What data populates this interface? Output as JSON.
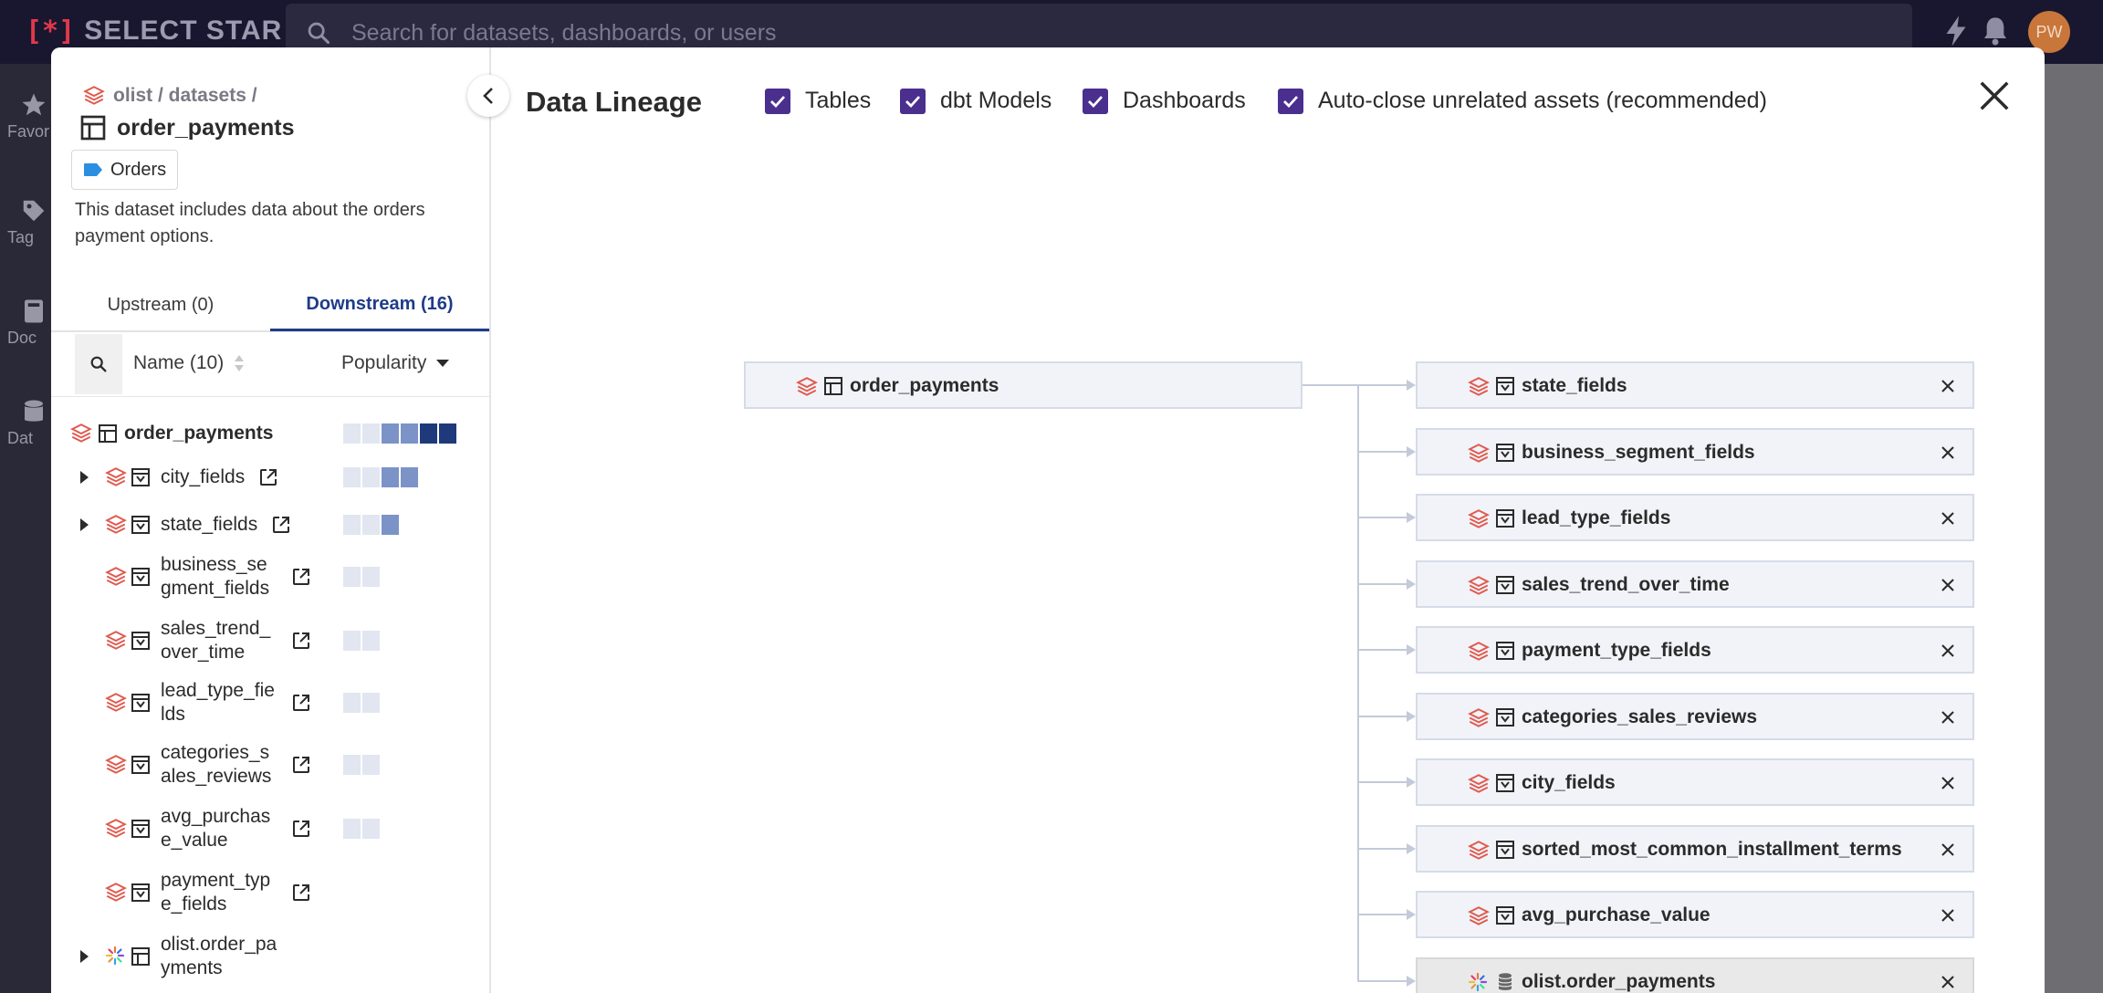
{
  "app": {
    "logo_mark": "[*]",
    "logo_text": "SELECT STAR",
    "search_placeholder": "Search for datasets, dashboards, or users",
    "avatar_initials": "PW",
    "nav": [
      "Favor",
      "Tag",
      "Doc",
      "Dat"
    ]
  },
  "sidepanel": {
    "breadcrumb": "olist / datasets /",
    "title": "order_payments",
    "tag": "Orders",
    "description": "This dataset includes data about the orders payment options.",
    "tabs": [
      {
        "label": "Upstream (0)",
        "active": false
      },
      {
        "label": "Downstream (16)",
        "active": true
      }
    ],
    "header": {
      "name": "Name (10)",
      "popularity": "Popularity"
    },
    "rows": [
      {
        "label": "order_payments",
        "bold": true,
        "caret": false,
        "external": false,
        "kind": "table",
        "popularity": 6
      },
      {
        "label": "city_fields",
        "bold": false,
        "caret": true,
        "external": true,
        "kind": "model",
        "popularity": 4
      },
      {
        "label": "state_fields",
        "bold": false,
        "caret": true,
        "external": true,
        "kind": "model",
        "popularity": 3
      },
      {
        "label": "business_segment_fields",
        "bold": false,
        "caret": false,
        "external": true,
        "kind": "model",
        "popularity": 2
      },
      {
        "label": "sales_trend_over_time",
        "bold": false,
        "caret": false,
        "external": true,
        "kind": "model",
        "popularity": 2
      },
      {
        "label": "lead_type_fields",
        "bold": false,
        "caret": false,
        "external": true,
        "kind": "model",
        "popularity": 2
      },
      {
        "label": "categories_sales_reviews",
        "bold": false,
        "caret": false,
        "external": true,
        "kind": "model",
        "popularity": 2
      },
      {
        "label": "avg_purchase_value",
        "bold": false,
        "caret": false,
        "external": true,
        "kind": "model",
        "popularity": 2
      },
      {
        "label": "payment_type_fields",
        "bold": false,
        "caret": false,
        "external": true,
        "kind": "model",
        "popularity": 0
      },
      {
        "label": "olist.order_payments",
        "bold": false,
        "caret": true,
        "external": false,
        "kind": "source",
        "popularity": 0
      }
    ]
  },
  "lineage": {
    "title": "Data Lineage",
    "filters": [
      {
        "label": "Tables",
        "checked": true
      },
      {
        "label": "dbt Models",
        "checked": true
      },
      {
        "label": "Dashboards",
        "checked": true
      },
      {
        "label": "Auto-close unrelated assets (recommended)",
        "checked": true
      }
    ],
    "source_node": "order_payments",
    "targets": [
      {
        "label": "state_fields",
        "kind": "model"
      },
      {
        "label": "business_segment_fields",
        "kind": "model"
      },
      {
        "label": "lead_type_fields",
        "kind": "model"
      },
      {
        "label": "sales_trend_over_time",
        "kind": "model"
      },
      {
        "label": "payment_type_fields",
        "kind": "model"
      },
      {
        "label": "categories_sales_reviews",
        "kind": "model"
      },
      {
        "label": "city_fields",
        "kind": "model"
      },
      {
        "label": "sorted_most_common_installment_terms",
        "kind": "model"
      },
      {
        "label": "avg_purchase_value",
        "kind": "model"
      },
      {
        "label": "olist.order_payments",
        "kind": "source"
      }
    ]
  },
  "colors": {
    "accent": "#1f3c88",
    "checkbox": "#4a2f8f",
    "dbt_red": "#e05a4f",
    "pop_levels": [
      "#e1e6f0",
      "#7b93c6",
      "#1e3a7a"
    ]
  }
}
